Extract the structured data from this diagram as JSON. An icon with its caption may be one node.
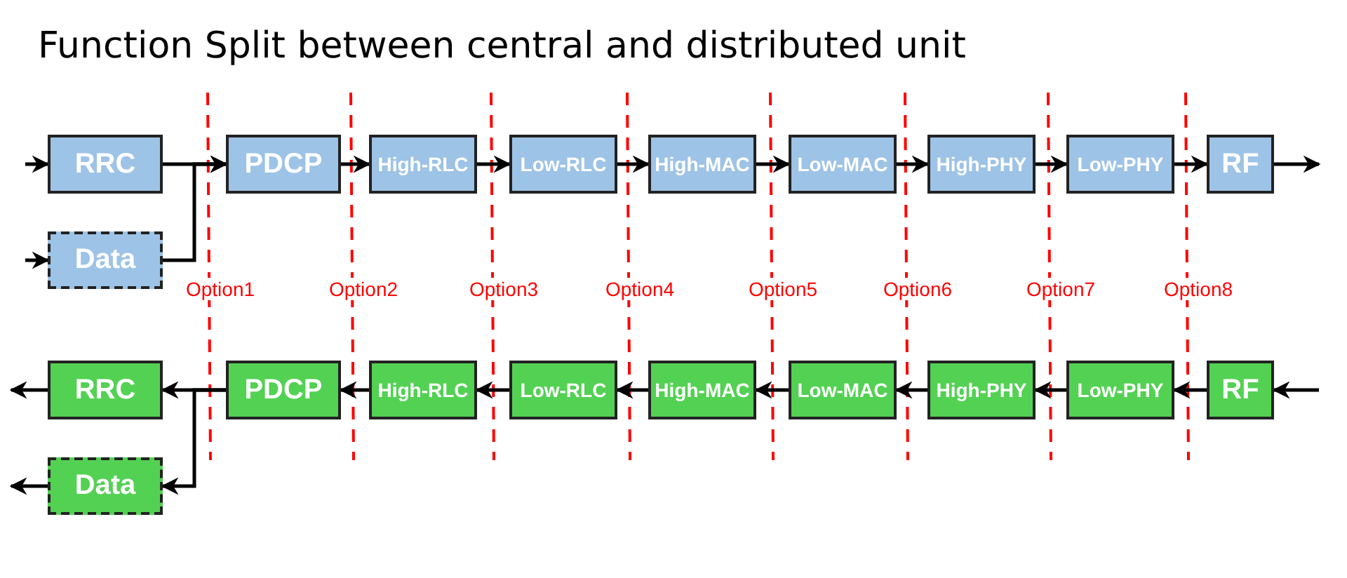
{
  "diagram": {
    "title": "Function Split between central and distributed unit",
    "nodes": [
      {
        "text": [
          "RRC"
        ]
      },
      {
        "text": [
          "PDCP"
        ]
      },
      {
        "text": [
          "High-RLC"
        ]
      },
      {
        "text": [
          "Low-RLC"
        ]
      },
      {
        "text": [
          "High-MAC"
        ]
      },
      {
        "text": [
          "Low-MAC"
        ]
      },
      {
        "text": [
          "High-PHY"
        ]
      },
      {
        "text": [
          "Low-PHY"
        ]
      },
      {
        "text": [
          "RF"
        ]
      },
      {
        "text": [
          "Data"
        ]
      },
      {
        "text": [
          "RRC"
        ]
      },
      {
        "text": [
          "PDCP"
        ]
      },
      {
        "text": [
          "High-RLC"
        ]
      },
      {
        "text": [
          "Low-RLC"
        ]
      },
      {
        "text": [
          "High-MAC"
        ]
      },
      {
        "text": [
          "Low-MAC"
        ]
      },
      {
        "text": [
          "High-PHY"
        ]
      },
      {
        "text": [
          "Low-PHY"
        ]
      },
      {
        "text": [
          "RF"
        ]
      },
      {
        "text": [
          "Data"
        ]
      }
    ],
    "edges": [
      {
        "from": null,
        "to": 0,
        "arrow": "to"
      },
      {
        "from": null,
        "to": 9,
        "arrow": "to"
      },
      {
        "from": 0,
        "to": 1,
        "arrow": "to"
      },
      {
        "from": 9,
        "to": 1,
        "arrow": "to"
      },
      {
        "from": 1,
        "to": 2,
        "arrow": "to"
      },
      {
        "from": 2,
        "to": 3,
        "arrow": "to"
      },
      {
        "from": 3,
        "to": 4,
        "arrow": "to"
      },
      {
        "from": 4,
        "to": 5,
        "arrow": "to"
      },
      {
        "from": 5,
        "to": 6,
        "arrow": "to"
      },
      {
        "from": 6,
        "to": 7,
        "arrow": "to"
      },
      {
        "from": 7,
        "to": 8,
        "arrow": "to"
      },
      {
        "from": 8,
        "to": null,
        "arrow": "to"
      },
      {
        "from": null,
        "to": 18,
        "arrow": "to"
      },
      {
        "from": 18,
        "to": 17,
        "arrow": "to"
      },
      {
        "from": 17,
        "to": 16,
        "arrow": "to"
      },
      {
        "from": 16,
        "to": 15,
        "arrow": "to"
      },
      {
        "from": 15,
        "to": 14,
        "arrow": "to"
      },
      {
        "from": 14,
        "to": 13,
        "arrow": "to"
      },
      {
        "from": 13,
        "to": 12,
        "arrow": "to"
      },
      {
        "from": 12,
        "to": 11,
        "arrow": "to"
      },
      {
        "from": 11,
        "to": 10,
        "arrow": "to"
      },
      {
        "from": 11,
        "to": 19,
        "arrow": "to"
      },
      {
        "from": 10,
        "to": null,
        "arrow": "to"
      },
      {
        "from": 19,
        "to": null,
        "arrow": "to"
      }
    ],
    "labels": [
      "Option1",
      "Option2",
      "Option3",
      "Option4",
      "Option5",
      "Option6",
      "Option7",
      "Option8"
    ]
  }
}
